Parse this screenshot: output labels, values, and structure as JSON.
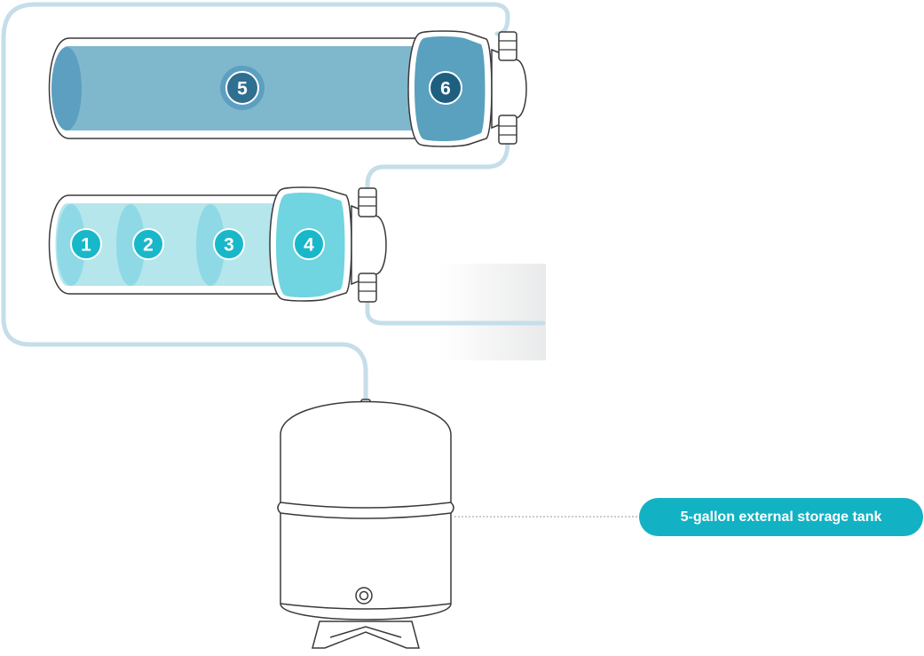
{
  "stages": [
    {
      "number": "1"
    },
    {
      "number": "2"
    },
    {
      "number": "3"
    },
    {
      "number": "4"
    },
    {
      "number": "5"
    },
    {
      "number": "6"
    }
  ],
  "tank": {
    "label": "5-gallon external storage tank"
  },
  "colors": {
    "tubing": "#c5dee9",
    "outline": "#3a3a3a",
    "lower_cartridge_fill": "#b5e6ec",
    "lower_stage_disc": "#8ed9e5",
    "lower_stage_badge": "#18b8ca",
    "stage4_housing": "#70d4e1",
    "membrane_fill": "#7fb8cd",
    "membrane_end": "#5d9fc0",
    "stage5_badge": "#2f6f90",
    "stage6_housing": "#5aa0bf",
    "stage6_badge": "#1e5f80",
    "callout_fill": "#12b2c4",
    "callout_text": "#ffffff"
  }
}
